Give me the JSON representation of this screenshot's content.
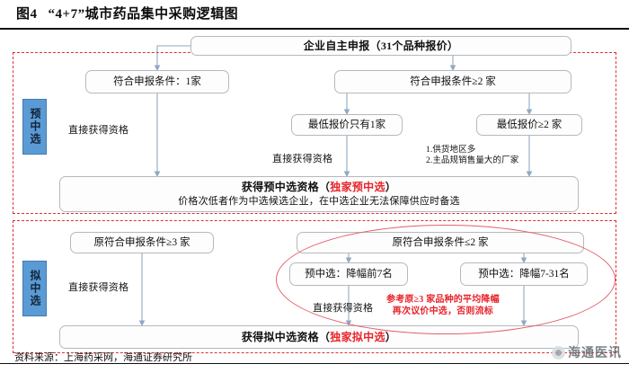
{
  "title": {
    "number": "图4",
    "text": "“4+7”城市药品集中采购逻辑图"
  },
  "sections": {
    "pre": {
      "tab_label": "预中选"
    },
    "draft": {
      "tab_label": "拟中选"
    }
  },
  "nodes": {
    "top_declare": "企业自主申报（31个品种报价）",
    "cond_one": "符合申报条件：1家",
    "cond_two_plus": "符合申报条件≥2 家",
    "lowest_one": "最低报价只有1家",
    "lowest_two_plus": "最低报价≥2 家",
    "pre_result_line1_a": "获得预中选资格（",
    "pre_result_line1_red": "独家预中选",
    "pre_result_line1_b": "）",
    "pre_result_line2": "价格次低者作为中选候选企业，在中选企业无法保障供应时备选",
    "orig_three_plus": "原符合申报条件≥3 家",
    "orig_two_less": "原符合申报条件≤2 家",
    "rank_top7": "预中选：降幅前7名",
    "rank_7_31": "预中选：降幅7-31名",
    "draft_result_a": "获得拟中选资格（",
    "draft_result_red": "独家拟中选",
    "draft_result_b": "）"
  },
  "edge_labels": {
    "direct_1": "直接获得资格",
    "direct_2": "直接获得资格",
    "direct_3": "直接获得资格",
    "direct_4": "直接获得资格"
  },
  "annotations": {
    "criteria_line1": "1.供货地区多",
    "criteria_line2": "2.主品规销售量大的厂家",
    "red_note_line1": "参考原≥3 家品种的平均降幅",
    "red_note_line2": "再次议价中选，否则流标"
  },
  "footer": {
    "source": "资料来源：上海药采网，海通证券研究所",
    "watermark": "海通医讯"
  },
  "colors": {
    "dashed_frame": "#e03030",
    "tab_fill": "#5b9bd5",
    "ellipse": "#e2606a",
    "red_text": "#e8232a",
    "connector": "#8fa9c4",
    "node_border": "#b6b9bd"
  }
}
